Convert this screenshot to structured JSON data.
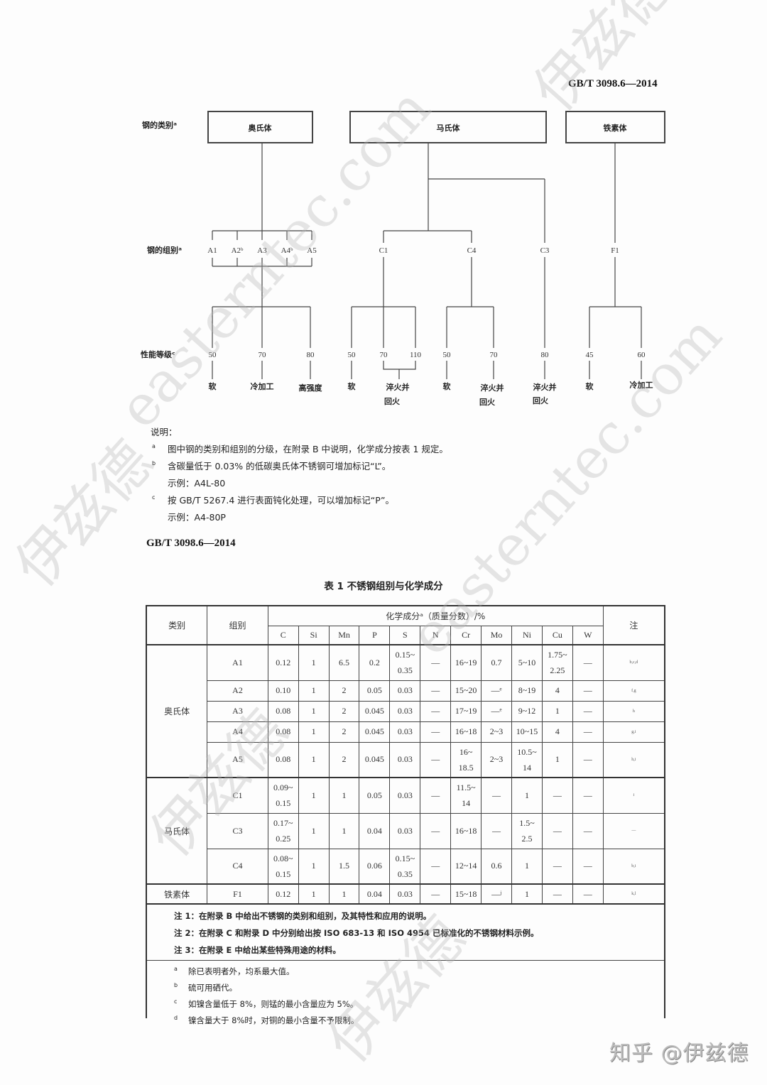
{
  "header": {
    "standard_top": "GB/T 3098.6—2014",
    "standard_mid": "GB/T 3098.6—2014"
  },
  "diagram": {
    "row_labels": {
      "category": "钢的类别ᵃ",
      "group": "钢的组别ᵃ",
      "grade": "性能等级ᶜ"
    },
    "categories": [
      "奥氏体",
      "马氏体",
      "铁素体"
    ],
    "groups": {
      "A1": "A1",
      "A2": "A2ᵇ",
      "A3": "A3",
      "A4": "A4ᵇ",
      "A5": "A5",
      "C1": "C1",
      "C4": "C4",
      "C3": "C3",
      "F1": "F1"
    },
    "grades": [
      "50",
      "70",
      "80",
      "50",
      "70",
      "110",
      "50",
      "70",
      "80",
      "45",
      "60"
    ],
    "conditions": {
      "a50": "软",
      "a70": "冷加工",
      "a80": "高强度",
      "c1_50": "软",
      "c1_70_110_l1": "淬火并",
      "c1_70_110_l2": "回火",
      "c4_50": "软",
      "c4_70_l1": "淬火并",
      "c4_70_l2": "回火",
      "c3_80_l1": "淬火并",
      "c3_80_l2": "回火",
      "f45": "软",
      "f60": "冷加工"
    }
  },
  "legend": {
    "title": "说明：",
    "items": [
      {
        "mark": "a",
        "text": "图中钢的类别和组别的分级，在附录 B 中说明，化学成分按表 1 规定。"
      },
      {
        "mark": "b",
        "text": "含碳量低于 0.03% 的低碳奥氏体不锈钢可增加标记“L”。",
        "example": "示例：A4L-80"
      },
      {
        "mark": "c",
        "text": "按 GB/T 5267.4 进行表面钝化处理，可以增加标记“P”。",
        "example": "示例：A4-80P"
      }
    ]
  },
  "table": {
    "title": "表 1   不锈钢组别与化学成分",
    "headers": {
      "category": "类别",
      "group": "组别",
      "composition": "化学成分ᵃ（质量分数）/%",
      "note": "注",
      "elements": [
        "C",
        "Si",
        "Mn",
        "P",
        "S",
        "N",
        "Cr",
        "Mo",
        "Ni",
        "Cu",
        "W"
      ]
    },
    "categories": {
      "austenitic": "奥氏体",
      "martensitic": "马氏体",
      "ferritic": "铁素体"
    },
    "rows": [
      {
        "group": "A1",
        "C": "0.12",
        "Si": "1",
        "Mn": "6.5",
        "P": "0.2",
        "S": [
          "0.15~",
          "0.35"
        ],
        "N": "—",
        "Cr": "16~19",
        "Mo": "0.7",
        "Ni": "5~10",
        "Cu": [
          "1.75~",
          "2.25"
        ],
        "W": "—",
        "note": "b,c,d"
      },
      {
        "group": "A2",
        "C": "0.10",
        "Si": "1",
        "Mn": "2",
        "P": "0.05",
        "S": "0.03",
        "N": "—",
        "Cr": "15~20",
        "Mo": "—ᵉ",
        "Ni": "8~19",
        "Cu": "4",
        "W": "—",
        "note": "f,g"
      },
      {
        "group": "A3",
        "C": "0.08",
        "Si": "1",
        "Mn": "2",
        "P": "0.045",
        "S": "0.03",
        "N": "—",
        "Cr": "17~19",
        "Mo": "—ᵉ",
        "Ni": "9~12",
        "Cu": "1",
        "W": "—",
        "note": "h"
      },
      {
        "group": "A4",
        "C": "0.08",
        "Si": "1",
        "Mn": "2",
        "P": "0.045",
        "S": "0.03",
        "N": "—",
        "Cr": "16~18",
        "Mo": "2~3",
        "Ni": "10~15",
        "Cu": "4",
        "W": "—",
        "note": "g,i"
      },
      {
        "group": "A5",
        "C": "0.08",
        "Si": "1",
        "Mn": "2",
        "P": "0.045",
        "S": "0.03",
        "N": "—",
        "Cr": [
          "16~",
          "18.5"
        ],
        "Mo": "2~3",
        "Ni": [
          "10.5~",
          "14"
        ],
        "Cu": "1",
        "W": "—",
        "note": "h,i"
      },
      {
        "group": "C1",
        "C": [
          "0.09~",
          "0.15"
        ],
        "Si": "1",
        "Mn": "1",
        "P": "0.05",
        "S": "0.03",
        "N": "—",
        "Cr": [
          "11.5~",
          "14"
        ],
        "Mo": "—",
        "Ni": "1",
        "Cu": "—",
        "W": "—",
        "note": "i"
      },
      {
        "group": "C3",
        "C": [
          "0.17~",
          "0.25"
        ],
        "Si": "1",
        "Mn": "1",
        "P": "0.04",
        "S": "0.03",
        "N": "—",
        "Cr": "16~18",
        "Mo": "—",
        "Ni": [
          "1.5~",
          "2.5"
        ],
        "Cu": "—",
        "W": "—",
        "note": "—"
      },
      {
        "group": "C4",
        "C": [
          "0.08~",
          "0.15"
        ],
        "Si": "1",
        "Mn": "1.5",
        "P": "0.06",
        "S": [
          "0.15~",
          "0.35"
        ],
        "N": "—",
        "Cr": "12~14",
        "Mo": "0.6",
        "Ni": "1",
        "Cu": "—",
        "W": "—",
        "note": "b,i"
      },
      {
        "group": "F1",
        "C": "0.12",
        "Si": "1",
        "Mn": "1",
        "P": "0.04",
        "S": "0.03",
        "N": "—",
        "Cr": "15~18",
        "Mo": "—ʲ",
        "Ni": "1",
        "Cu": "—",
        "W": "—",
        "note": "k,l"
      }
    ],
    "notes": [
      "注 1：在附录 B 中给出不锈钢的类别和组别，及其特性和应用的说明。",
      "注 2：在附录 C 和附录 D 中分别给出按 ISO 683-13 和 ISO 4954 已标准化的不锈钢材料示例。",
      "注 3：在附录 E 中给出某些特殊用途的材料。"
    ],
    "footnotes": [
      {
        "mark": "a",
        "text": "除已表明者外，均系最大值。"
      },
      {
        "mark": "b",
        "text": "硫可用硒代。"
      },
      {
        "mark": "c",
        "text": "如镍含量低于 8%，则锰的最小含量应为 5%。"
      },
      {
        "mark": "d",
        "text": "镍含量大于 8%时，对铜的最小含量不予限制。"
      }
    ]
  },
  "watermarks": {
    "site": "easterntec.com",
    "name": "伊兹德",
    "zhihu": "知乎 @伊兹德"
  }
}
